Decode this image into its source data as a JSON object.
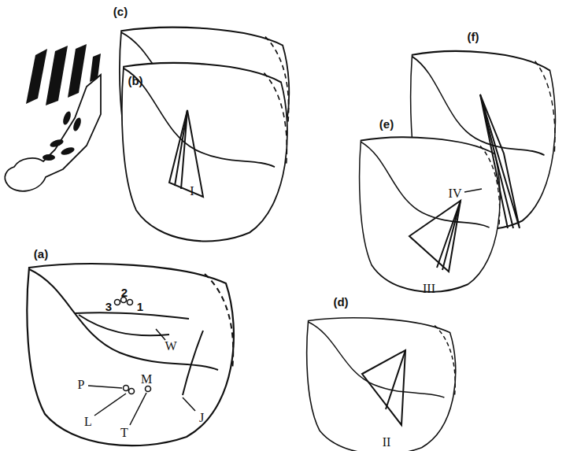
{
  "diagram": {
    "labels": [
      "(c)",
      "I",
      "(f)",
      "IV",
      "(b)",
      "2",
      "3",
      "1",
      "(e)",
      "III",
      "(a)",
      "W",
      "P",
      "L",
      "M",
      "T",
      "J",
      "(d)",
      "II"
    ]
  }
}
